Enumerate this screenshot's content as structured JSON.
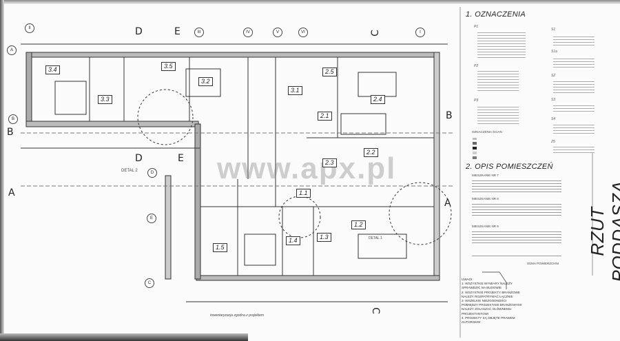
{
  "drawing": {
    "title": "RZUT PODDASZA",
    "watermark": "www.apx.pl",
    "detail_labels": [
      "DETAL 2",
      "DETAL 1"
    ],
    "rooms": [
      "3.4",
      "3.3",
      "3.5",
      "3.2",
      "3.1",
      "2.5",
      "2.4",
      "2.1",
      "2.2",
      "2.3",
      "1.1",
      "1.2",
      "1.3",
      "1.4",
      "1.5"
    ],
    "section_markers": {
      "d_top": "D",
      "e_top": "E",
      "d_bottom": "D",
      "e_bottom": "E",
      "b_left": "B",
      "a_left": "A",
      "b_right": "B",
      "a_right": "A",
      "c_bottom": "C",
      "c_top": "C"
    },
    "grid_axes": [
      "II",
      "III",
      "IV",
      "V",
      "VI",
      "I",
      "A",
      "B",
      "C",
      "D",
      "E"
    ],
    "handwritten_note": "inwentaryzacja zgodna z projektem"
  },
  "legend_panel": {
    "section1_heading": "1. OZNACZENIA",
    "section2_heading": "2. OPIS POMIESZCZEŃ",
    "blocks_left": [
      "P1",
      "P2",
      "P3"
    ],
    "blocks_right": [
      "S1",
      "S1a",
      "S2",
      "S3",
      "S4",
      "Z5"
    ],
    "symbols_heading": "OZNACZENIA ŚCIAN",
    "apartments": [
      "MIESZKANIE NR 7",
      "MIESZKANIE NR 8",
      "MIESZKANIE NR 9"
    ],
    "total_label": "SUMA POWIERZCHNI"
  },
  "notes": {
    "heading": "UWAGI:",
    "lines": [
      "1. WSZYSTKIE WYMIARY NALEŻY",
      "SPRAWDZIĆ NA BUDOWIE",
      "2. WSZYSTKIE PROJEKTY BRANŻOWE",
      "NALEŻY ROZPATRYWAĆ ŁĄCZNIE",
      "3. WSZELKIE NIEZGODNOŚCI",
      "POMIĘDZY PROJEKTAMI BRANŻOWYMI",
      "NALEŻY ZGŁASZAĆ GŁÓWNEMU",
      "PROJEKTANTOWI",
      "4. PROJEKTY SĄ OBJĘTE PRAWEM",
      "AUTORSKIM"
    ]
  }
}
